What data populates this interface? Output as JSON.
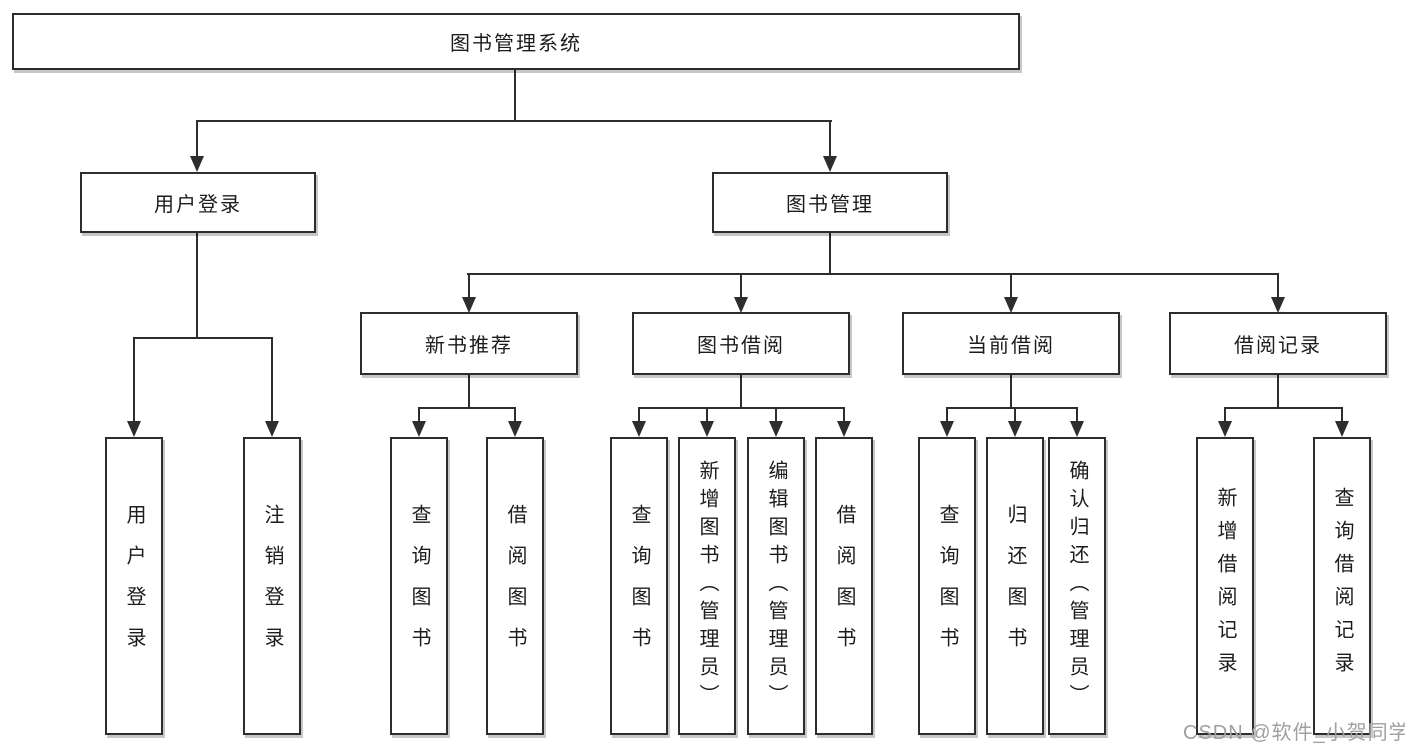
{
  "diagram": {
    "type": "hierarchy-tree",
    "title": "图书管理系统",
    "root": {
      "label": "图书管理系统"
    },
    "branches": [
      {
        "label": "用户登录",
        "children": [
          {
            "label": "用户登录"
          },
          {
            "label": "注销登录"
          }
        ]
      },
      {
        "label": "图书管理",
        "children": [
          {
            "label": "新书推荐",
            "children": [
              {
                "label": "查询图书"
              },
              {
                "label": "借阅图书"
              }
            ]
          },
          {
            "label": "图书借阅",
            "children": [
              {
                "label": "查询图书"
              },
              {
                "label": "新增图书（管理员）"
              },
              {
                "label": "编辑图书（管理员）"
              },
              {
                "label": "借阅图书"
              }
            ]
          },
          {
            "label": "当前借阅",
            "children": [
              {
                "label": "查询图书"
              },
              {
                "label": "归还图书"
              },
              {
                "label": "确认归还（管理员）"
              }
            ]
          },
          {
            "label": "借阅记录",
            "children": [
              {
                "label": "新增借阅记录"
              },
              {
                "label": "查询借阅记录"
              }
            ]
          }
        ]
      }
    ]
  },
  "watermark": {
    "text": "CSDN @软件_小贺同学",
    "color": "#a0a0a0"
  },
  "colors": {
    "background": "#ffffff",
    "box_fill": "#ffffff",
    "box_border": "#2d2d2d",
    "line": "#2d2d2d",
    "text": "#1c1c1c"
  }
}
